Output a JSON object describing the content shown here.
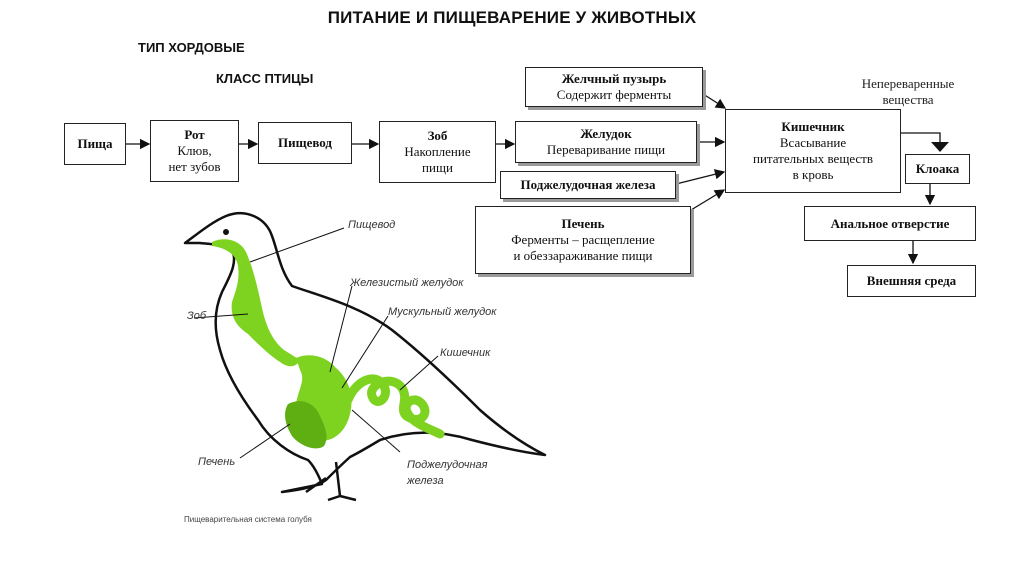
{
  "title": "ПИТАНИЕ И ПИЩЕВАРЕНИЕ У ЖИВОТНЫХ",
  "subtitle_type": "ТИП ХОРДОВЫЕ",
  "subtitle_class": "КЛАСС ПТИЦЫ",
  "boxes": {
    "food": "Пища",
    "mouth": {
      "title": "Рот",
      "line1": "Клюв,",
      "line2": "нет зубов"
    },
    "esophagus": "Пищевод",
    "crop": {
      "title": "Зоб",
      "line1": "Накопление",
      "line2": "пищи"
    },
    "stomach": {
      "title": "Желудок",
      "line1": "Переваривание пищи"
    },
    "gallbladder": {
      "title": "Желчный пузырь",
      "line1": "Содержит ферменты"
    },
    "pancreas": "Поджелудочная железа",
    "liver": {
      "title": "Печень",
      "line1": "Ферменты – расщепление",
      "line2": "и обеззараживание пищи"
    },
    "intestine": {
      "title": "Кишечник",
      "line1": "Всасывание",
      "line2": "питательных веществ",
      "line3": "в кровь"
    },
    "cloaca": "Клоака",
    "anus": "Анальное отверстие",
    "environment": "Внешняя среда"
  },
  "undigested": {
    "line1": "Непереваренные",
    "line2": "вещества"
  },
  "bird_labels": {
    "esophagus": "Пищевод",
    "glandular_stomach": "Железистый желудок",
    "crop": "Зоб",
    "muscular_stomach": "Мускульный желудок",
    "intestine": "Кишечник",
    "liver": "Печень",
    "pancreas_line1": "Поджелудочная",
    "pancreas_line2": "железа"
  },
  "caption": "Пищеварительная система голубя",
  "colors": {
    "organ": "#7ed321",
    "organ_dark": "#5fae12",
    "outline": "#111111"
  }
}
